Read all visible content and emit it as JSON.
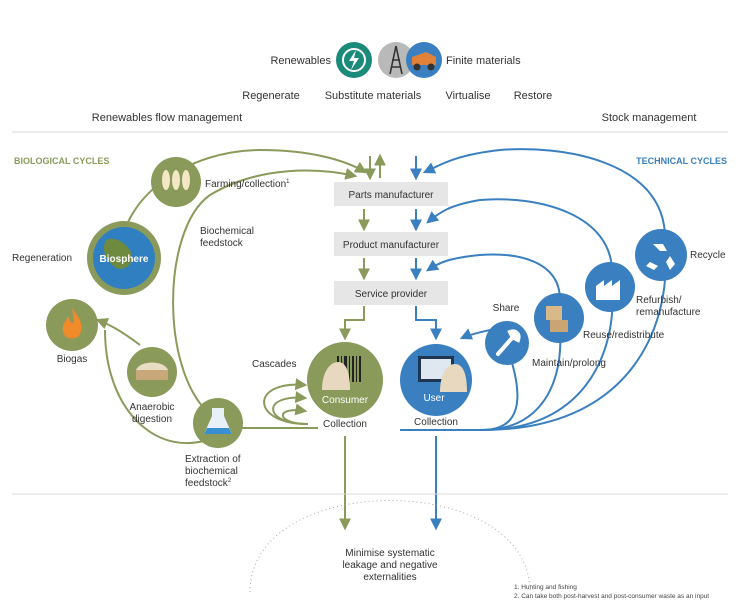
{
  "header": {
    "renewables": "Renewables",
    "finite_materials": "Finite materials",
    "regenerate": "Regenerate",
    "substitute_materials": "Substitute materials",
    "virtualise": "Virtualise",
    "restore": "Restore",
    "renewables_flow": "Renewables flow management",
    "stock_management": "Stock management"
  },
  "cycles": {
    "biological": "BIOLOGICAL CYCLES",
    "technical": "TECHNICAL CYCLES"
  },
  "center": {
    "parts_manufacturer": "Parts manufacturer",
    "product_manufacturer": "Product manufacturer",
    "service_provider": "Service provider",
    "consumer": "Consumer",
    "user": "User",
    "collection_left": "Collection",
    "collection_right": "Collection",
    "leakage_line1": "Minimise systematic",
    "leakage_line2": "leakage and negative",
    "leakage_line3": "externalities"
  },
  "biological": {
    "farming": "Farming/collection",
    "farming_sup": "1",
    "biochemical_line1": "Biochemical",
    "biochemical_line2": "feedstock",
    "regeneration": "Regeneration",
    "biosphere": "Biosphere",
    "biogas": "Biogas",
    "cascades": "Cascades",
    "anaerobic_line1": "Anaerobic",
    "anaerobic_line2": "digestion",
    "extraction_line1": "Extraction of",
    "extraction_line2": "biochemical",
    "extraction_line3": "feedstock",
    "extraction_sup": "2"
  },
  "technical": {
    "recycle": "Recycle",
    "refurbish_line1": "Refurbish/",
    "refurbish_line2": "remanufacture",
    "reuse": "Reuse/redistribute",
    "share": "Share",
    "maintain": "Maintain/prolong"
  },
  "footnotes": {
    "note1": "1. Hunting and fishing",
    "note2": "2. Can take both post-harvest and post-consumer waste as an input"
  },
  "colors": {
    "green": "#8a9a5b",
    "blue": "#3a7fc0",
    "teal": "#1a8a7a",
    "grey_box": "#e6e6e6"
  }
}
